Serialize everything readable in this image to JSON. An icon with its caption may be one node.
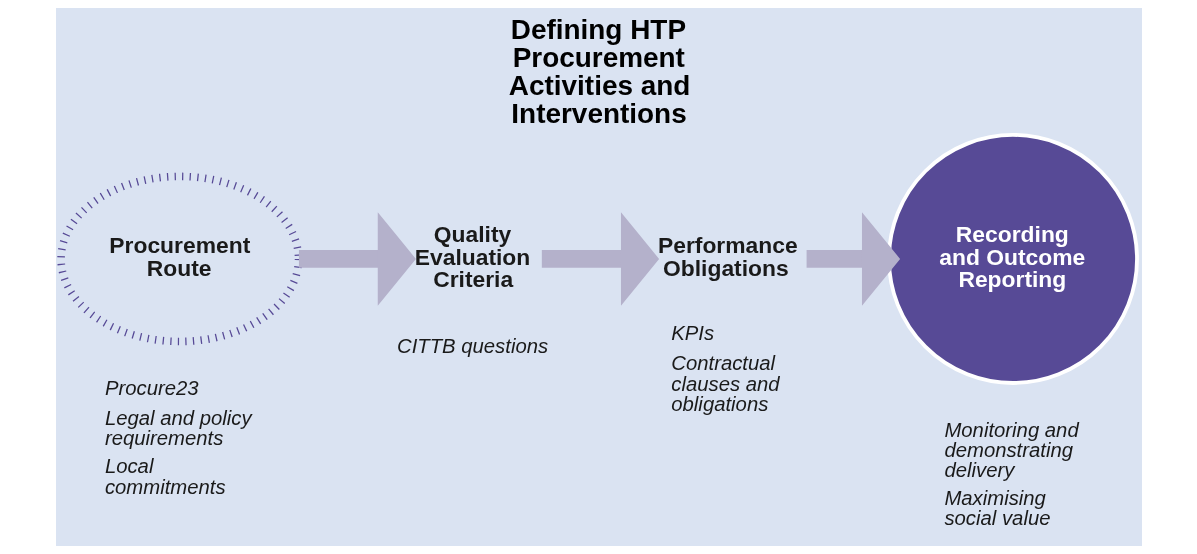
{
  "diagram": {
    "title": "Defining HTP Procurement Activities and Interventions",
    "nodes": [
      {
        "text": [
          "Procurement Route"
        ],
        "beside": [
          "Procure23",
          "Legal and policy requirements",
          "Local commitments"
        ]
      },
      {
        "text": [
          "Quality Evaluation Criteria"
        ],
        "beside": [
          "CITTB questions"
        ]
      },
      {
        "text": [
          "Performance Obligations"
        ],
        "beside": [
          "KPIs",
          "Contractual clauses and obligations"
        ]
      },
      {
        "text": [
          "Recording and Outcome Reporting"
        ],
        "beside": [
          "Monitoring and demonstrating delivery",
          "Maximising social value"
        ]
      }
    ],
    "edges": [
      {
        "from": 0,
        "to": 1,
        "arrow": "to"
      },
      {
        "from": 1,
        "to": 2,
        "arrow": "to"
      },
      {
        "from": 2,
        "to": 3,
        "arrow": "to"
      }
    ]
  }
}
